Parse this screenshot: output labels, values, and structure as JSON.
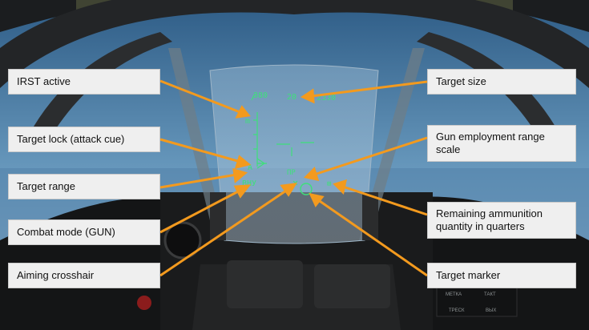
{
  "callouts": {
    "irst_active": "IRST active",
    "target_lock": "Target lock (attack cue)",
    "target_range": "Target range",
    "combat_mode": "Combat mode (GUN)",
    "aiming_crosshair": "Aiming crosshair",
    "target_size": "Target size",
    "gun_range_scale": "Gun employment range scale",
    "remaining_ammo": "Remaining ammunition quantity in quarters",
    "target_marker": "Target marker"
  },
  "hud": {
    "heading_left": "380",
    "target_size_value": "20",
    "altitude_right": "2330",
    "lock_symbol": "A",
    "mode_text": "ВНУ",
    "pr_text": "ПР",
    "ammo_symbol": "⊞"
  },
  "panel": {
    "label_1": "МЕТКА",
    "label_2": "ТАКТ",
    "label_3": "ТРЕСК",
    "label_4": "ВЫХ"
  },
  "colors": {
    "hud_green": "#3ee07a",
    "arrow_orange": "#f39a1e",
    "label_bg": "#efefef",
    "sky": "#3f6f95"
  }
}
